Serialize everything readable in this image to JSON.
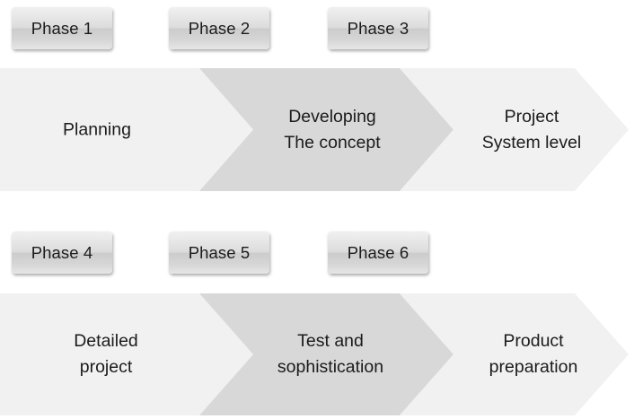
{
  "diagram": {
    "title": "Six phase project process chevron diagram",
    "colors": {
      "segment_light": "#f1f1f1",
      "segment_dark": "#d8d8d8",
      "button_text": "#1b1b1b",
      "segment_text": "#1b1b1b",
      "background": "#ffffff"
    },
    "rows": [
      {
        "row_index": 1,
        "buttons": [
          {
            "label": "Phase 1"
          },
          {
            "label": "Phase 2"
          },
          {
            "label": "Phase 3"
          }
        ],
        "segments": [
          {
            "text": "Planning",
            "shade": "light"
          },
          {
            "text": "Developing\nThe concept",
            "shade": "dark"
          },
          {
            "text": "Project\nSystem level",
            "shade": "light"
          }
        ]
      },
      {
        "row_index": 2,
        "buttons": [
          {
            "label": "Phase 4"
          },
          {
            "label": "Phase 5"
          },
          {
            "label": "Phase 6"
          }
        ],
        "segments": [
          {
            "text": "Detailed\nproject",
            "shade": "light"
          },
          {
            "text": "Test and\nsophistication",
            "shade": "dark"
          },
          {
            "text": "Product\npreparation",
            "shade": "light"
          }
        ]
      }
    ]
  }
}
